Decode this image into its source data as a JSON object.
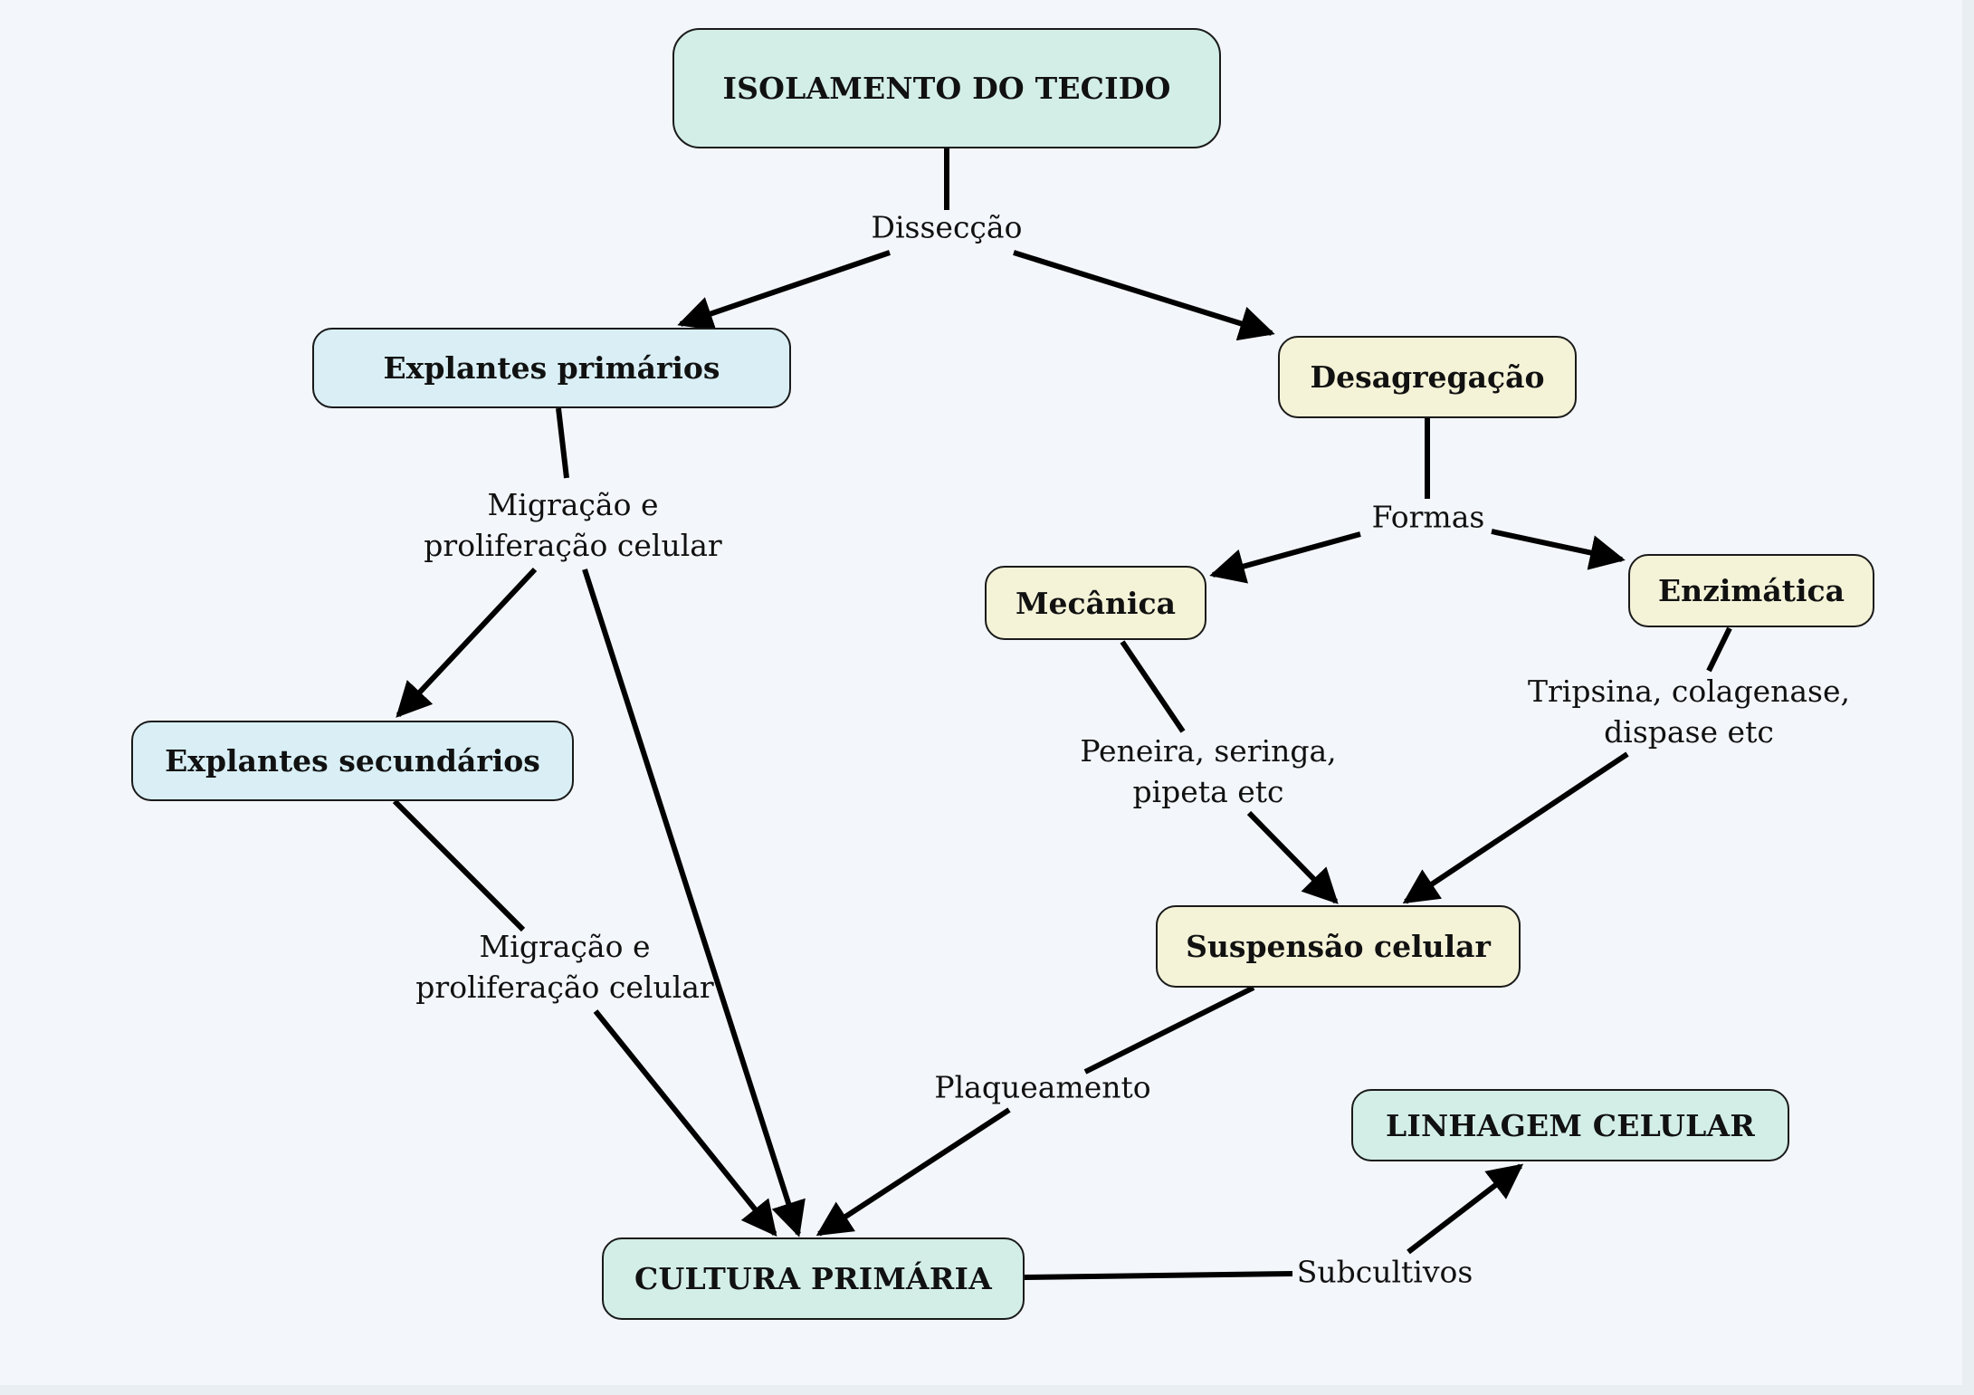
{
  "diagram": {
    "colors": {
      "background": "#f3f6fa",
      "mint": "#d3eee7",
      "blue": "#d9eff5",
      "cream": "#f4f3d8",
      "stroke": "#000000"
    },
    "nodes": {
      "isolamento": "ISOLAMENTO DO TECIDO",
      "explantes_primarios": "Explantes primários",
      "desagregacao": "Desagregação",
      "mecanica": "Mecânica",
      "enzimatica": "Enzimática",
      "explantes_secundarios": "Explantes secundários",
      "suspensao": "Suspensão celular",
      "linhagem": "LINHAGEM CELULAR",
      "cultura": "CULTURA PRIMÁRIA"
    },
    "edge_labels": {
      "disseccao": "Dissecção",
      "migracao1_l1": "Migração e",
      "migracao1_l2": "proliferação celular",
      "formas": "Formas",
      "peneira_l1": "Peneira, seringa,",
      "peneira_l2": "pipeta etc",
      "tripsina_l1": "Tripsina, colagenase,",
      "tripsina_l2": "dispase etc",
      "migracao2_l1": "Migração e",
      "migracao2_l2": "proliferação celular",
      "plaqueamento": "Plaqueamento",
      "subcultivos": "Subcultivos"
    }
  }
}
